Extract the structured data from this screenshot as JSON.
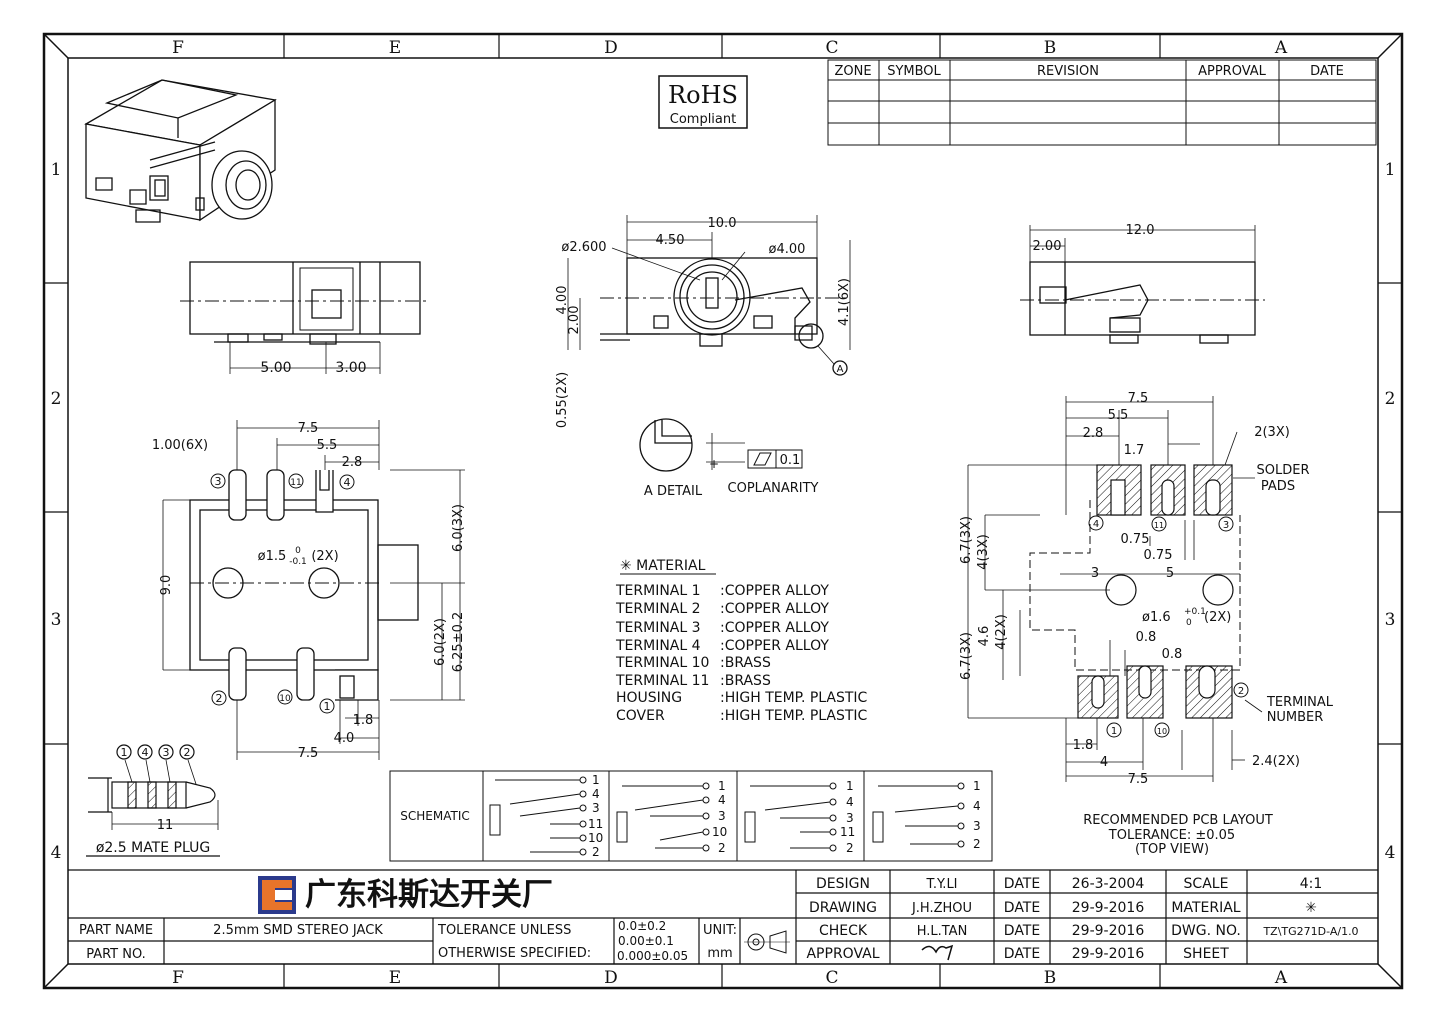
{
  "border": {
    "columns": [
      "F",
      "E",
      "D",
      "C",
      "B",
      "A"
    ],
    "rows": [
      "1",
      "2",
      "3",
      "4"
    ]
  },
  "revision_table": {
    "headers": [
      "ZONE",
      "SYMBOL",
      "REVISION",
      "APPROVAL",
      "DATE"
    ]
  },
  "rohs": {
    "line1": "RoHS",
    "line2": "Compliant"
  },
  "front_view": {
    "dims": {
      "width": "10.0",
      "offset": "4.50",
      "hole": "ø2.600",
      "bore": "ø4.00",
      "h1": "4.00",
      "h2": "2.00",
      "h3": "4.1(6X)",
      "pin": "0.55(2X)",
      "detail_ref": "A"
    }
  },
  "side_view_left": {
    "dims": {
      "d1": "5.00",
      "d2": "3.00"
    }
  },
  "side_view_right": {
    "dims": {
      "width": "12.0",
      "d1": "2.00"
    }
  },
  "detail": {
    "label": "A DETAIL",
    "coplanarity_label": "COPLANARITY",
    "coplanarity_value": "0.1"
  },
  "top_view": {
    "dims": {
      "w1": "7.5",
      "w2": "5.5",
      "w3": "2.8",
      "pinw": "1.00(6X)",
      "height": "9.0",
      "h1": "6.0(3X)",
      "h2": "6.0(2X)",
      "h3": "6.25±0.2",
      "hole": "ø1.5",
      "hole_tol_upper": "0",
      "hole_tol_lower": "-0.1",
      "hole_count": "(2X)",
      "b1": "1.8",
      "b2": "4.0",
      "b3": "7.5"
    },
    "pins": [
      "3",
      "11",
      "4",
      "2",
      "10",
      "1"
    ]
  },
  "mate_plug": {
    "label": "ø2.5 MATE PLUG",
    "length": "11",
    "pins": [
      "1",
      "4",
      "3",
      "2"
    ]
  },
  "material": {
    "title": "✳ MATERIAL",
    "rows": [
      {
        "part": "TERMINAL 1",
        "material": ":COPPER ALLOY"
      },
      {
        "part": "TERMINAL 2",
        "material": ":COPPER ALLOY"
      },
      {
        "part": "TERMINAL 3",
        "material": ":COPPER ALLOY"
      },
      {
        "part": "TERMINAL 4",
        "material": ":COPPER ALLOY"
      },
      {
        "part": "TERMINAL 10",
        "material": ":BRASS"
      },
      {
        "part": "TERMINAL 11",
        "material": ":BRASS"
      },
      {
        "part": "HOUSING",
        "material": ":HIGH TEMP. PLASTIC"
      },
      {
        "part": "COVER",
        "material": ":HIGH TEMP. PLASTIC"
      }
    ]
  },
  "pcb": {
    "dims": {
      "w1": "7.5",
      "w2": "5.5",
      "w3": "2.8",
      "w4": "1.7",
      "w5": "2(3X)",
      "s1": "0.75",
      "s2": "0.75",
      "h1": "6.7(3X)",
      "h2": "4(3X)",
      "c1": "3",
      "c2": "5",
      "hole": "ø1.6",
      "hole_tol_upper": "+0.1",
      "hole_tol_lower": "0",
      "hole_count": "(2X)",
      "g1": "0.8",
      "g2": "0.8",
      "v1": "4.6",
      "v2": "4(2X)",
      "v3": "6.7(3X)",
      "b1": "1.8",
      "b2": "4",
      "b3": "7.5",
      "b4": "2.4(2X)"
    },
    "solder_pads_label": [
      "SOLDER",
      "PADS"
    ],
    "terminal_label": [
      "TERMINAL",
      "NUMBER"
    ],
    "pins_top": [
      "4",
      "11",
      "3"
    ],
    "pins_bottom": [
      "1",
      "10",
      "2"
    ],
    "caption": [
      "RECOMMENDED PCB LAYOUT",
      "TOLERANCE: ±0.05",
      "(TOP VIEW)"
    ]
  },
  "schematic": {
    "label": "SCHEMATIC",
    "groups": [
      [
        "1",
        "4",
        "3",
        "11",
        "10",
        "2"
      ],
      [
        "1",
        "4",
        "3",
        "10",
        "2"
      ],
      [
        "1",
        "4",
        "3",
        "11",
        "2"
      ],
      [
        "1",
        "4",
        "3",
        "2"
      ]
    ]
  },
  "title_block": {
    "company": "广东科斯达开关厂",
    "part_name_label": "PART NAME",
    "part_name": "2.5mm SMD STEREO JACK",
    "part_no_label": "PART NO.",
    "part_no": "",
    "tolerance_line1": "TOLERANCE UNLESS",
    "tolerance_line2": "OTHERWISE SPECIFIED:",
    "tol1": "0.0±0.2",
    "tol2": "0.00±0.1",
    "tol3": "0.000±0.05",
    "unit_label": "UNIT:",
    "unit": "mm",
    "roles": [
      {
        "role": "DESIGN",
        "name": "T.Y.LI",
        "date_label": "DATE",
        "date": "26-3-2004",
        "key": "SCALE",
        "value": "4:1"
      },
      {
        "role": "DRAWING",
        "name": "J.H.ZHOU",
        "date_label": "DATE",
        "date": "29-9-2016",
        "key": "MATERIAL",
        "value": "✳"
      },
      {
        "role": "CHECK",
        "name": "H.L.TAN",
        "date_label": "DATE",
        "date": "29-9-2016",
        "key": "DWG. NO.",
        "value": "TZ\\TG271D-A/1.0"
      },
      {
        "role": "APPROVAL",
        "name": "",
        "date_label": "DATE",
        "date": "29-9-2016",
        "key": "SHEET",
        "value": ""
      }
    ]
  },
  "colors": {
    "ink": "#111111",
    "logo_orange": "#e8742a",
    "logo_blue": "#2b3a8c"
  }
}
